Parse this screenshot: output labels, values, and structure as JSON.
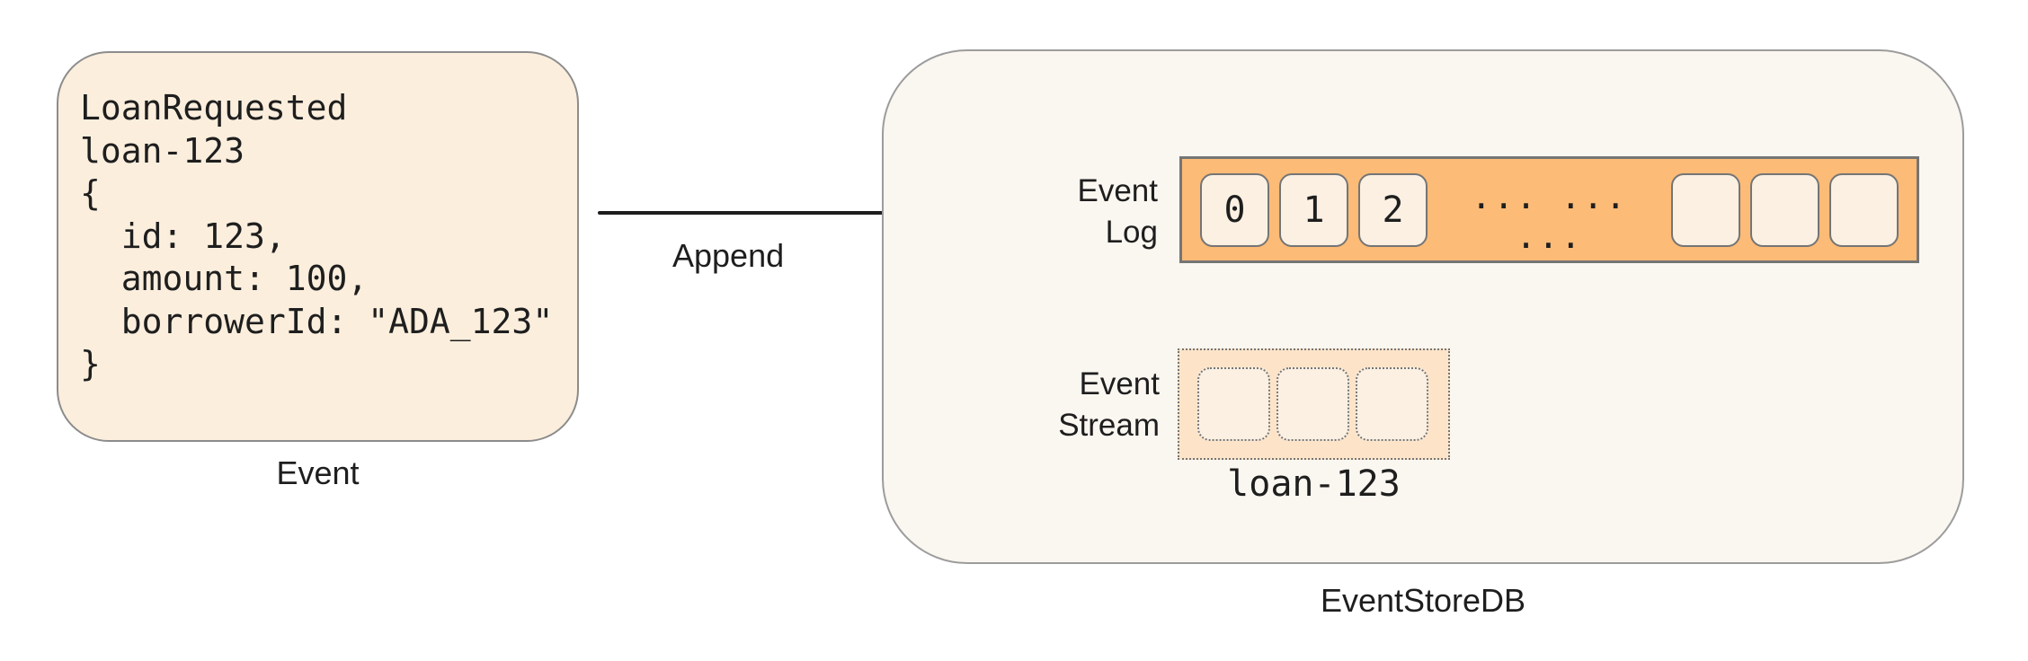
{
  "page": {
    "background": "#ffffff",
    "text_color": "#1e1e1e"
  },
  "event_card": {
    "code": "LoanRequested\nloan-123\n{\n  id: 123,\n  amount: 100,\n  borrowerId: \"ADA_123\"\n}",
    "label": "Event",
    "fill": "#fbeedd",
    "border": "#8c8c8c"
  },
  "append_arrow": {
    "label": "Append",
    "color": "#1e1e1e"
  },
  "store": {
    "label": "EventStoreDB",
    "fill": "#faf6f0",
    "border": "#9c9c9c",
    "event_log": {
      "label": [
        "Event",
        "Log"
      ],
      "cells": [
        "0",
        "1",
        "2"
      ],
      "ellipsis": "... ... ...",
      "empty_cell_count": 3,
      "bar_fill": "#fcbb76",
      "cell_fill": "#fbf0e2",
      "cell_border": "#757575"
    },
    "event_stream": {
      "label": [
        "Event",
        "Stream"
      ],
      "stream_name": "loan-123",
      "empty_cell_count": 3,
      "box_fill": "#fde4c9",
      "cell_fill": "#fbf0e2",
      "cell_border": "#757575"
    }
  }
}
